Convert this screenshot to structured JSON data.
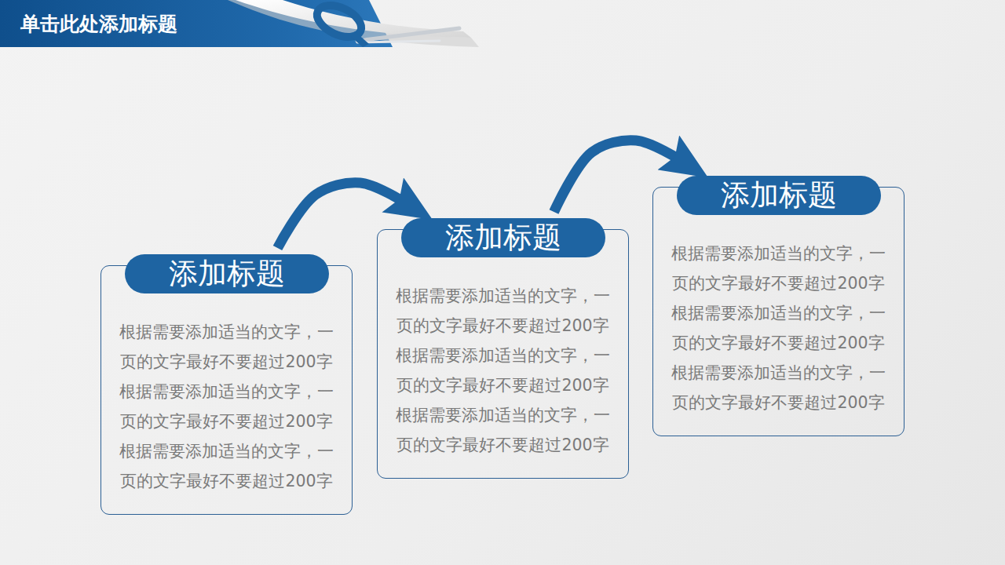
{
  "diagram": {
    "title": "单击此处添加标题",
    "nodes": [
      {
        "text": [
          "添加标题",
          "根据需要添加适当的文字，一 页的文字最好不要超过200字 根据需要添加适当的文字，一 页的文字最好不要超过200字 根据需要添加适当的文字，一 页的文字最好不要超过200字"
        ]
      },
      {
        "text": [
          "添加标题",
          "根据需要添加适当的文字，一 页的文字最好不要超过200字 根据需要添加适当的文字，一 页的文字最好不要超过200字 根据需要添加适当的文字，一 页的文字最好不要超过200字"
        ]
      },
      {
        "text": [
          "添加标题",
          "根据需要添加适当的文字，一 页的文字最好不要超过200字 根据需要添加适当的文字，一 页的文字最好不要超过200字 根据需要添加适当的文字，一 页的文字最好不要超过200字"
        ]
      }
    ],
    "edges": [
      {
        "from": 0,
        "to": 1,
        "arrow": "to"
      },
      {
        "from": 1,
        "to": 2,
        "arrow": "to"
      }
    ]
  }
}
